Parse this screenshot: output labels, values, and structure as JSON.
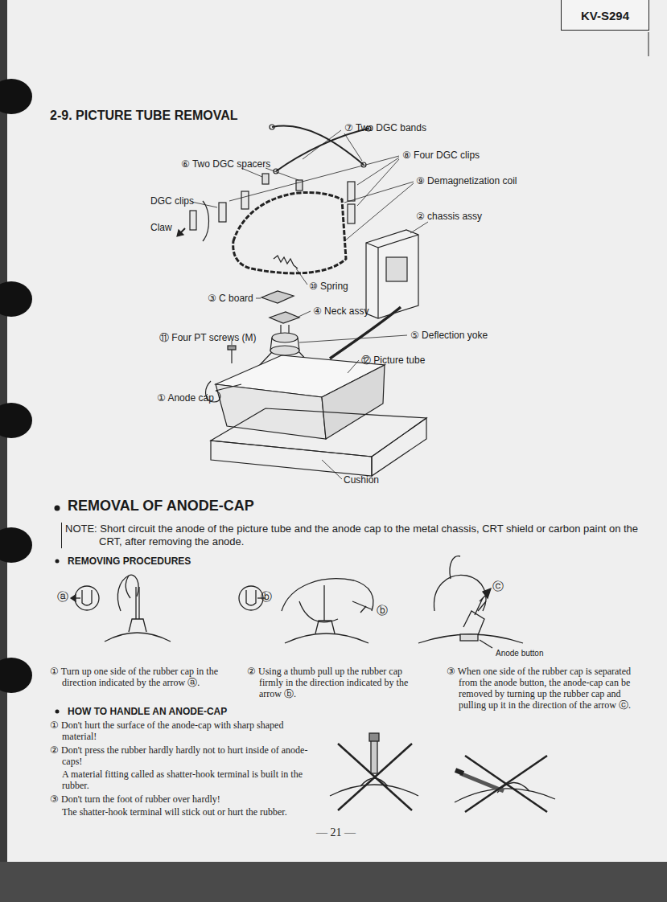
{
  "diagram": {
    "title": "2-9. PICTURE TUBE REMOVAL",
    "nodes": [
      {
        "text": [
          "KV-S294"
        ]
      }
    ],
    "edges": [],
    "labels": [
      "⑦ Two DGC bands",
      "⑧ Four DGC clips",
      "⑥ Two DGC spacers",
      "⑨ Demagnetization coil",
      "DGC clips",
      "② chassis assy",
      "Claw",
      "⑩ Spring",
      "③ C board",
      "④ Neck assy",
      "⑪ Four PT screws (M)",
      "⑤ Deflection yoke",
      "⑫ Picture tube",
      "① Anode cap",
      "Cushion",
      "REMOVAL OF ANODE-CAP",
      "NOTE: Short circuit the anode of the picture tube and the anode cap to the metal chassis, CRT shield or carbon paint on the CRT, after removing the anode.",
      "REMOVING PROCEDURES",
      "ⓐ",
      "ⓑ",
      "ⓑ",
      "ⓒ",
      "Anode button",
      "① Turn up one side of the rubber cap in the direction indicated by the arrow ⓐ.",
      "② Using a thumb pull up the rubber cap firmly in the direction indicated by the arrow ⓑ.",
      "③ When one side of the rubber cap is separated from the anode button, the anode-cap can be removed by turning up the rubber cap and pulling up it in the direction of the arrow ⓒ.",
      "HOW TO HANDLE AN ANODE-CAP",
      "① Don't hurt the surface of the anode-cap with sharp shaped material!",
      "② Don't press the rubber hardly hardly not to hurt inside of anode-caps!",
      "A material fitting called as shatter-hook terminal is built in the rubber.",
      "③ Don't turn the foot of rubber over hardly!",
      "The shatter-hook terminal will stick out or hurt the rubber.",
      "— 21 —"
    ]
  }
}
